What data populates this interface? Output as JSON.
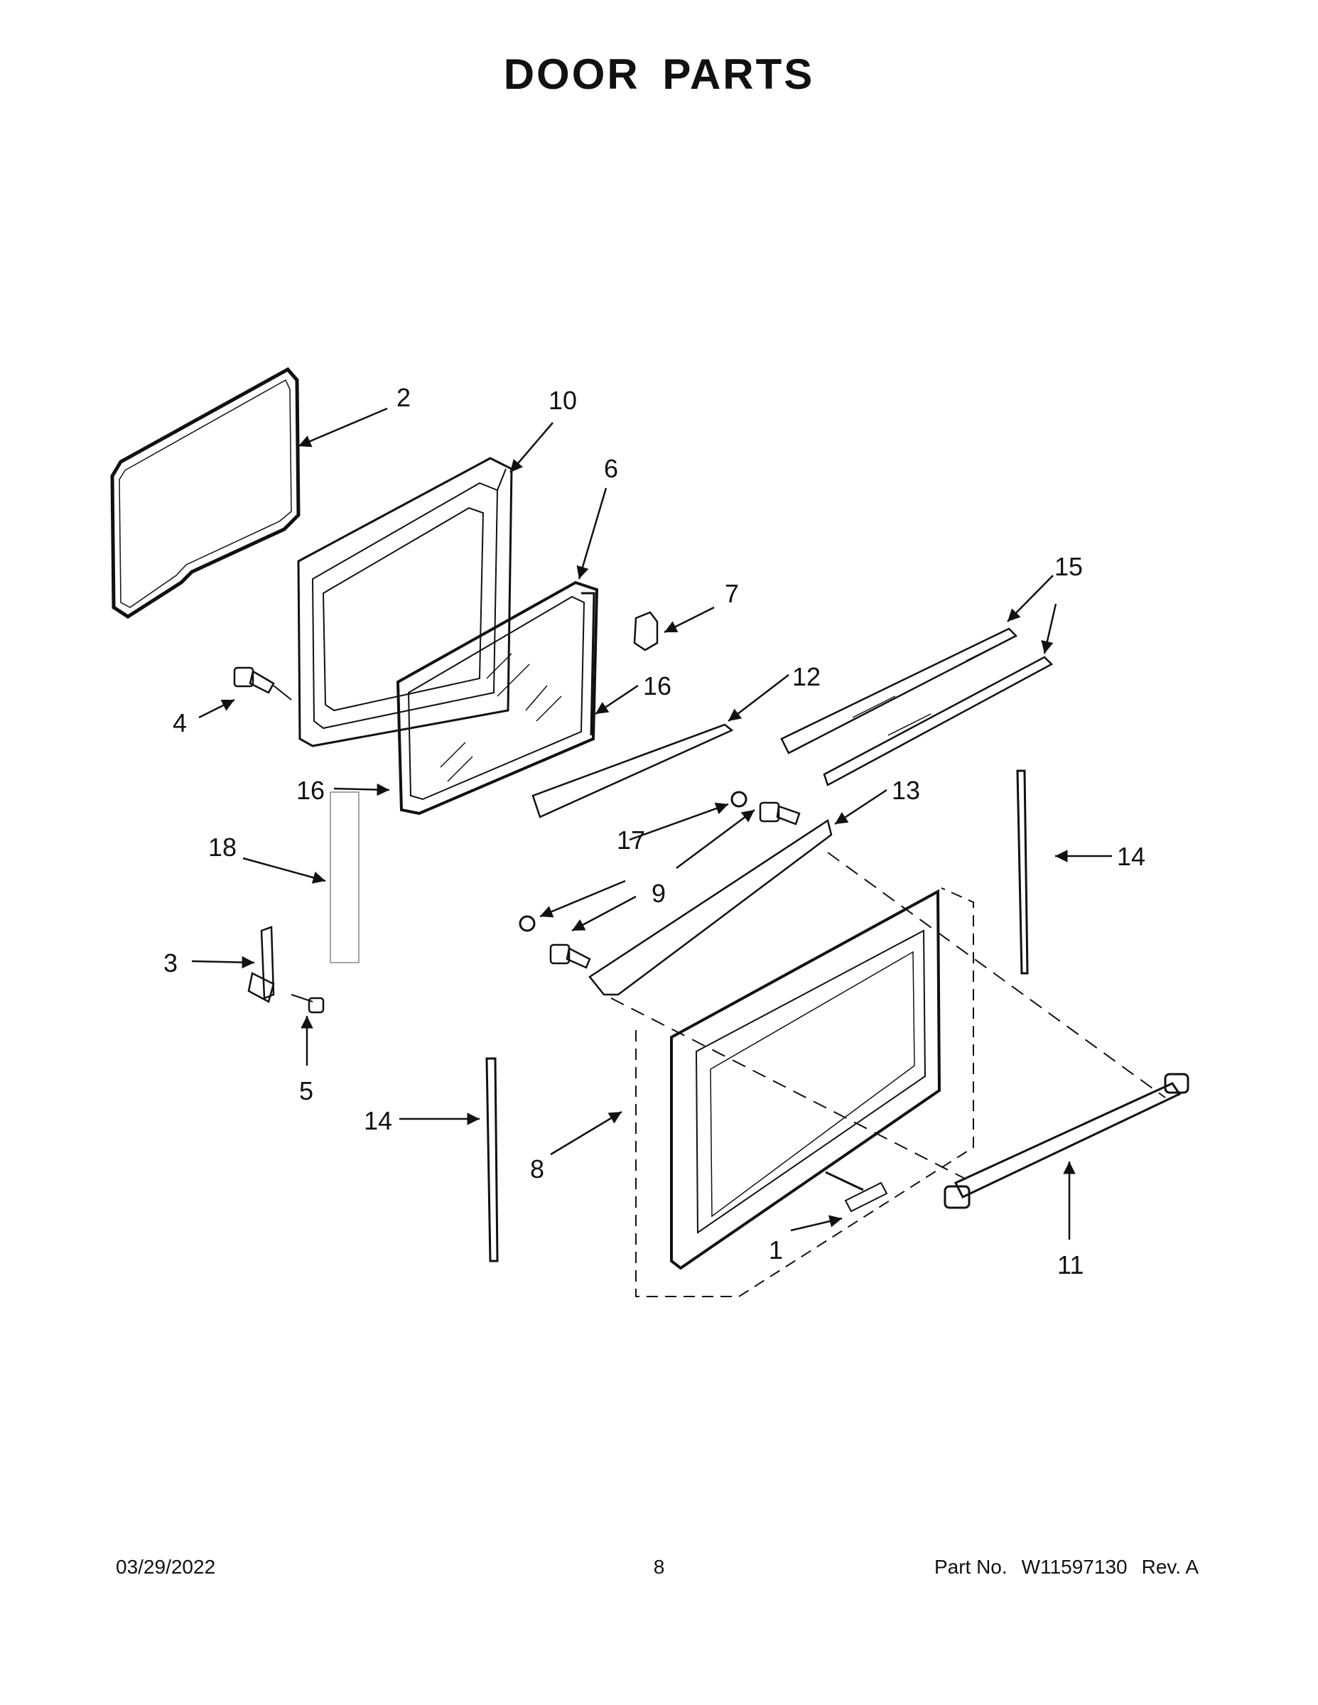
{
  "title": "DOOR PARTS",
  "callouts": [
    "1",
    "2",
    "3",
    "4",
    "5",
    "6",
    "7",
    "8",
    "9",
    "10",
    "11",
    "12",
    "13",
    "14",
    "15",
    "16",
    "17",
    "18"
  ],
  "footer": {
    "date": "03/29/2022",
    "page": "8",
    "part_no_label": "Part No.",
    "part_no": "W11597130",
    "rev": "Rev. A"
  }
}
